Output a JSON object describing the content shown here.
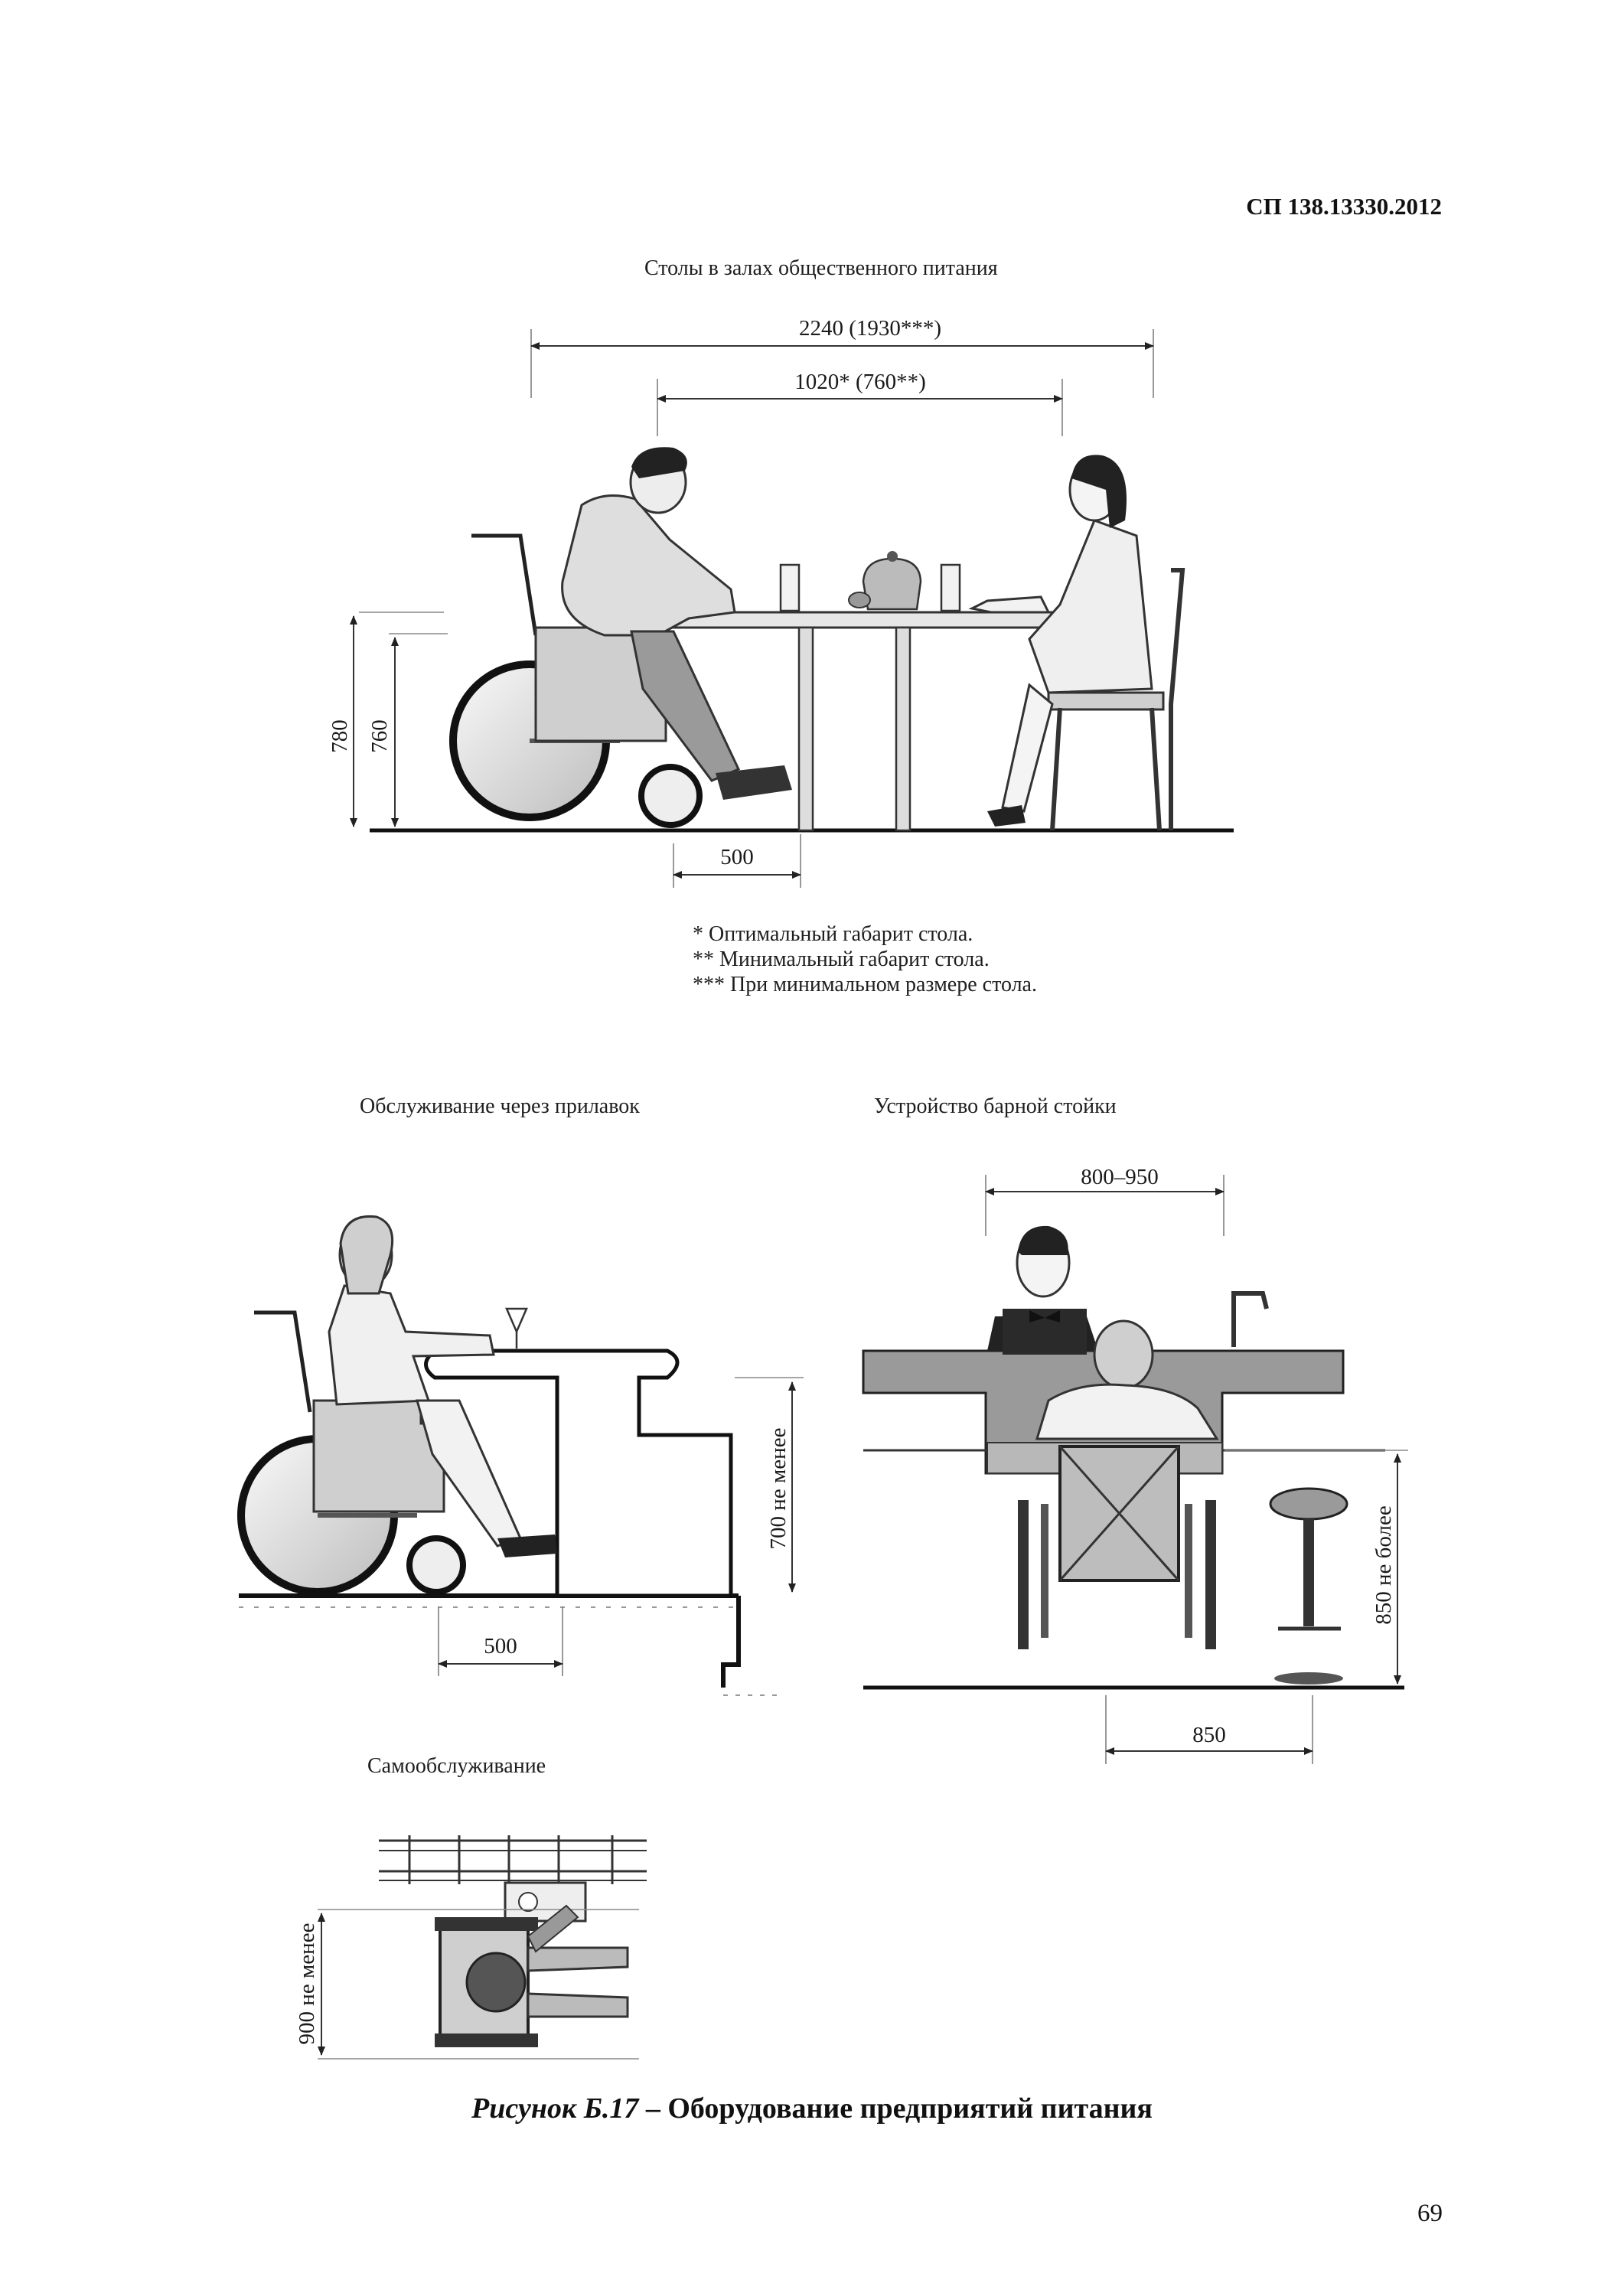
{
  "header": {
    "doc_code": "СП 138.13330.2012"
  },
  "sections": {
    "tables": {
      "caption": "Столы в залах общественного питания",
      "dim_total": "2240 (1930***)",
      "dim_table": "1020* (760**)",
      "dim_height_1": "780",
      "dim_height_2": "760",
      "dim_knee": "500",
      "notes": [
        "* Оптимальный габарит стола.",
        "** Минимальный габарит стола.",
        "*** При минимальном размере стола."
      ]
    },
    "counter": {
      "caption": "Обслуживание через прилавок",
      "dim_height": "700 не менее",
      "dim_depth": "500"
    },
    "bar": {
      "caption": "Устройство барной стойки",
      "dim_width": "800–950",
      "dim_height": "850 не более",
      "dim_depth": "850"
    },
    "self_service": {
      "caption": "Самообслуживание",
      "dim_width": "900 не менее"
    }
  },
  "figure": {
    "title_prefix": "Рисунок Б.17",
    "title_rest": " – Оборудование предприятий питания"
  },
  "footer": {
    "page_number": "69"
  }
}
